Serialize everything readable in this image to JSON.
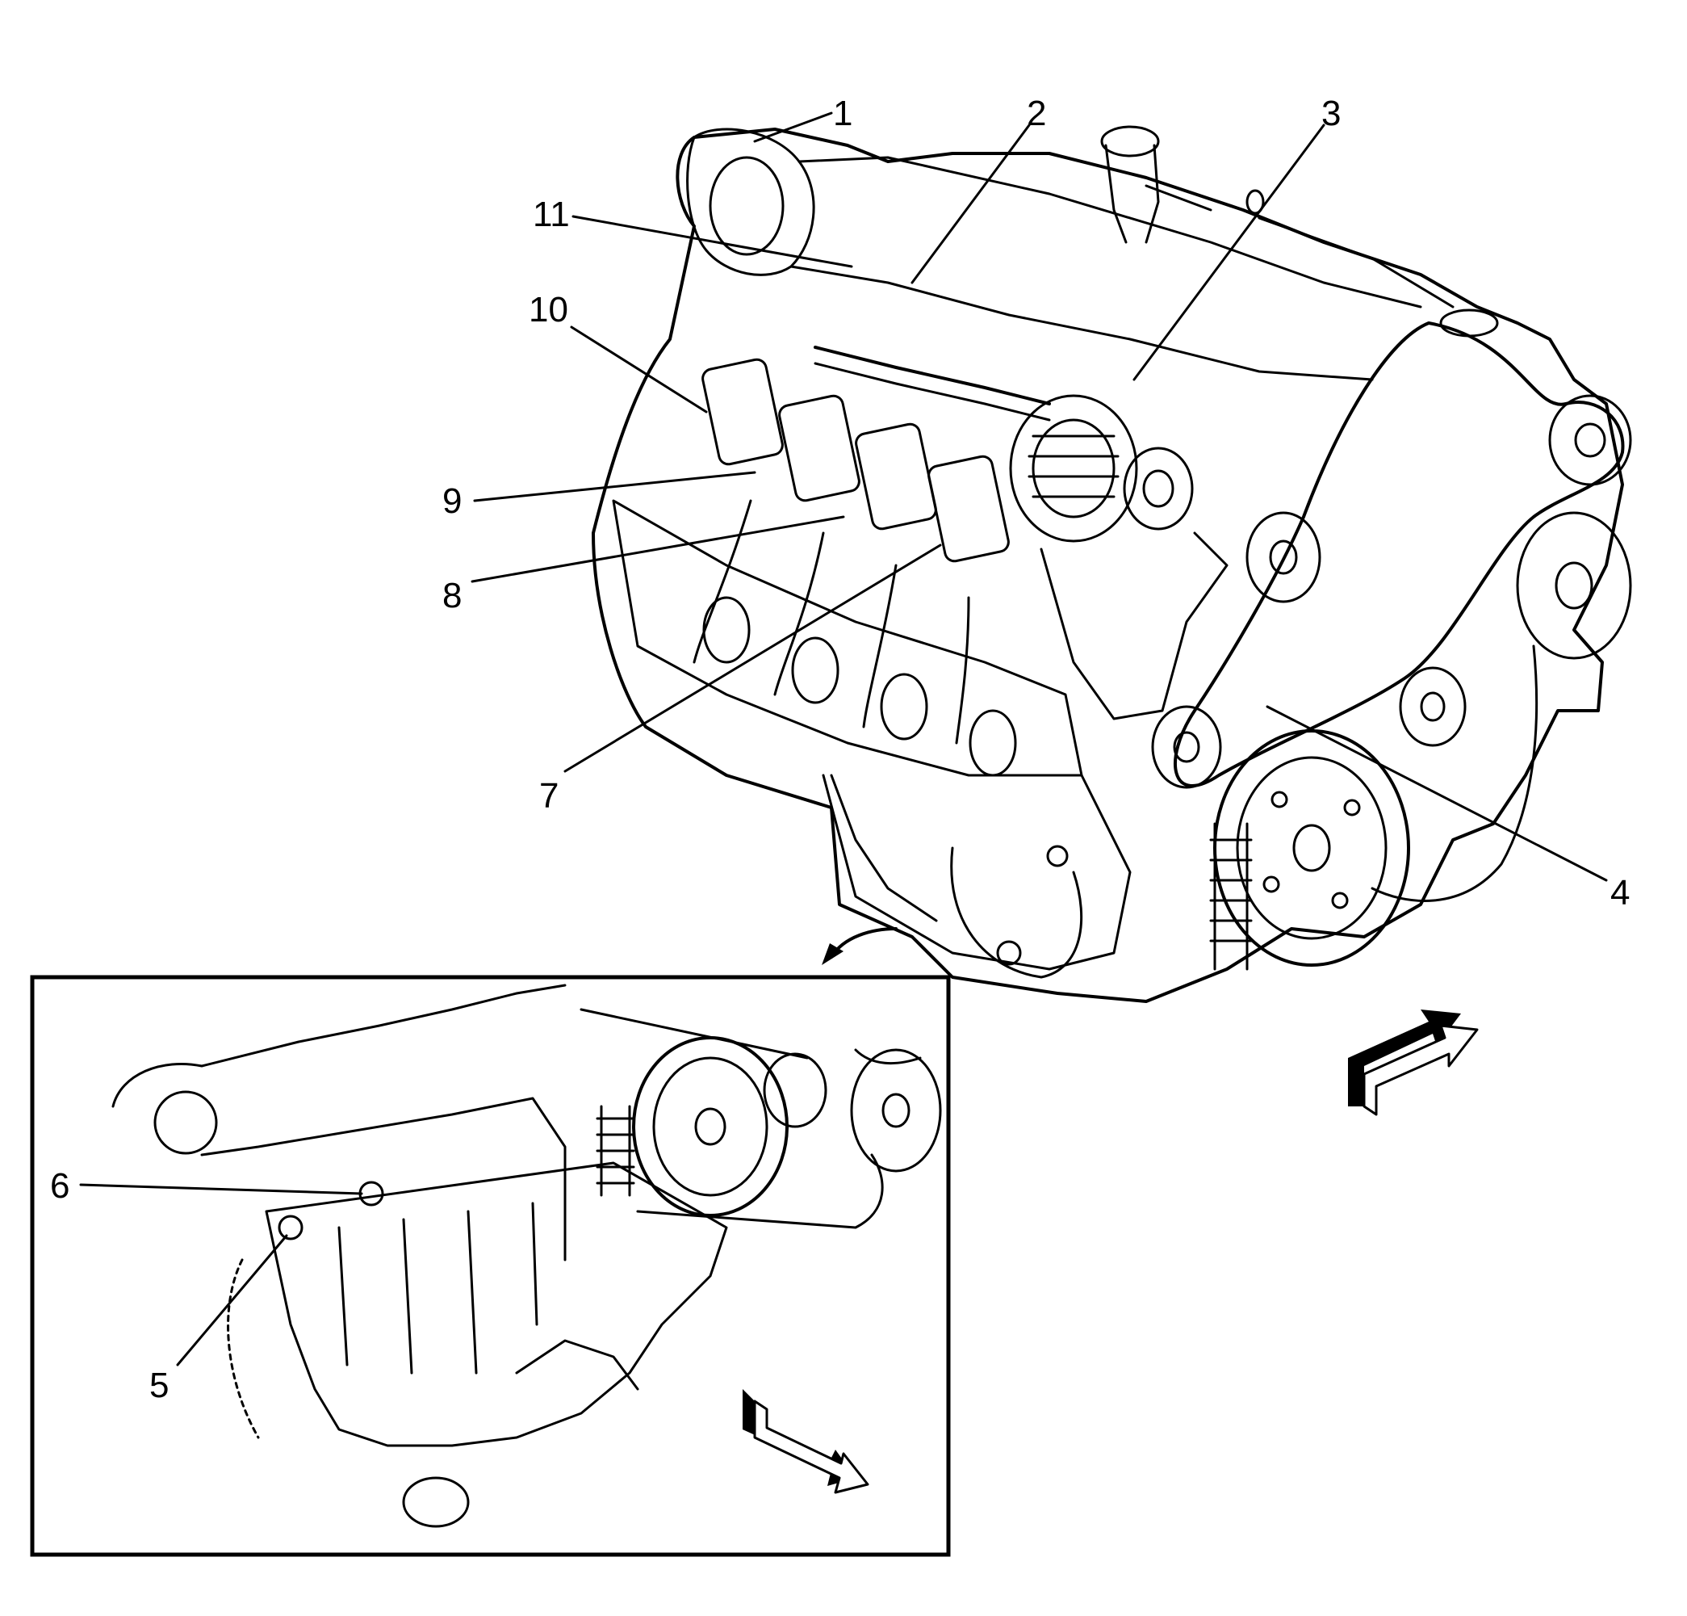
{
  "callouts": {
    "c1": "1",
    "c2": "2",
    "c3": "3",
    "c4": "4",
    "c5": "5",
    "c6": "6",
    "c7": "7",
    "c8": "8",
    "c9": "9",
    "c10": "10",
    "c11": "11"
  },
  "colors": {
    "ink": "#000000",
    "paper": "#ffffff"
  },
  "icons": {
    "view_arrow": "direction-arrow-icon",
    "inset_pointer": "curved-pointer-arrow-icon"
  }
}
